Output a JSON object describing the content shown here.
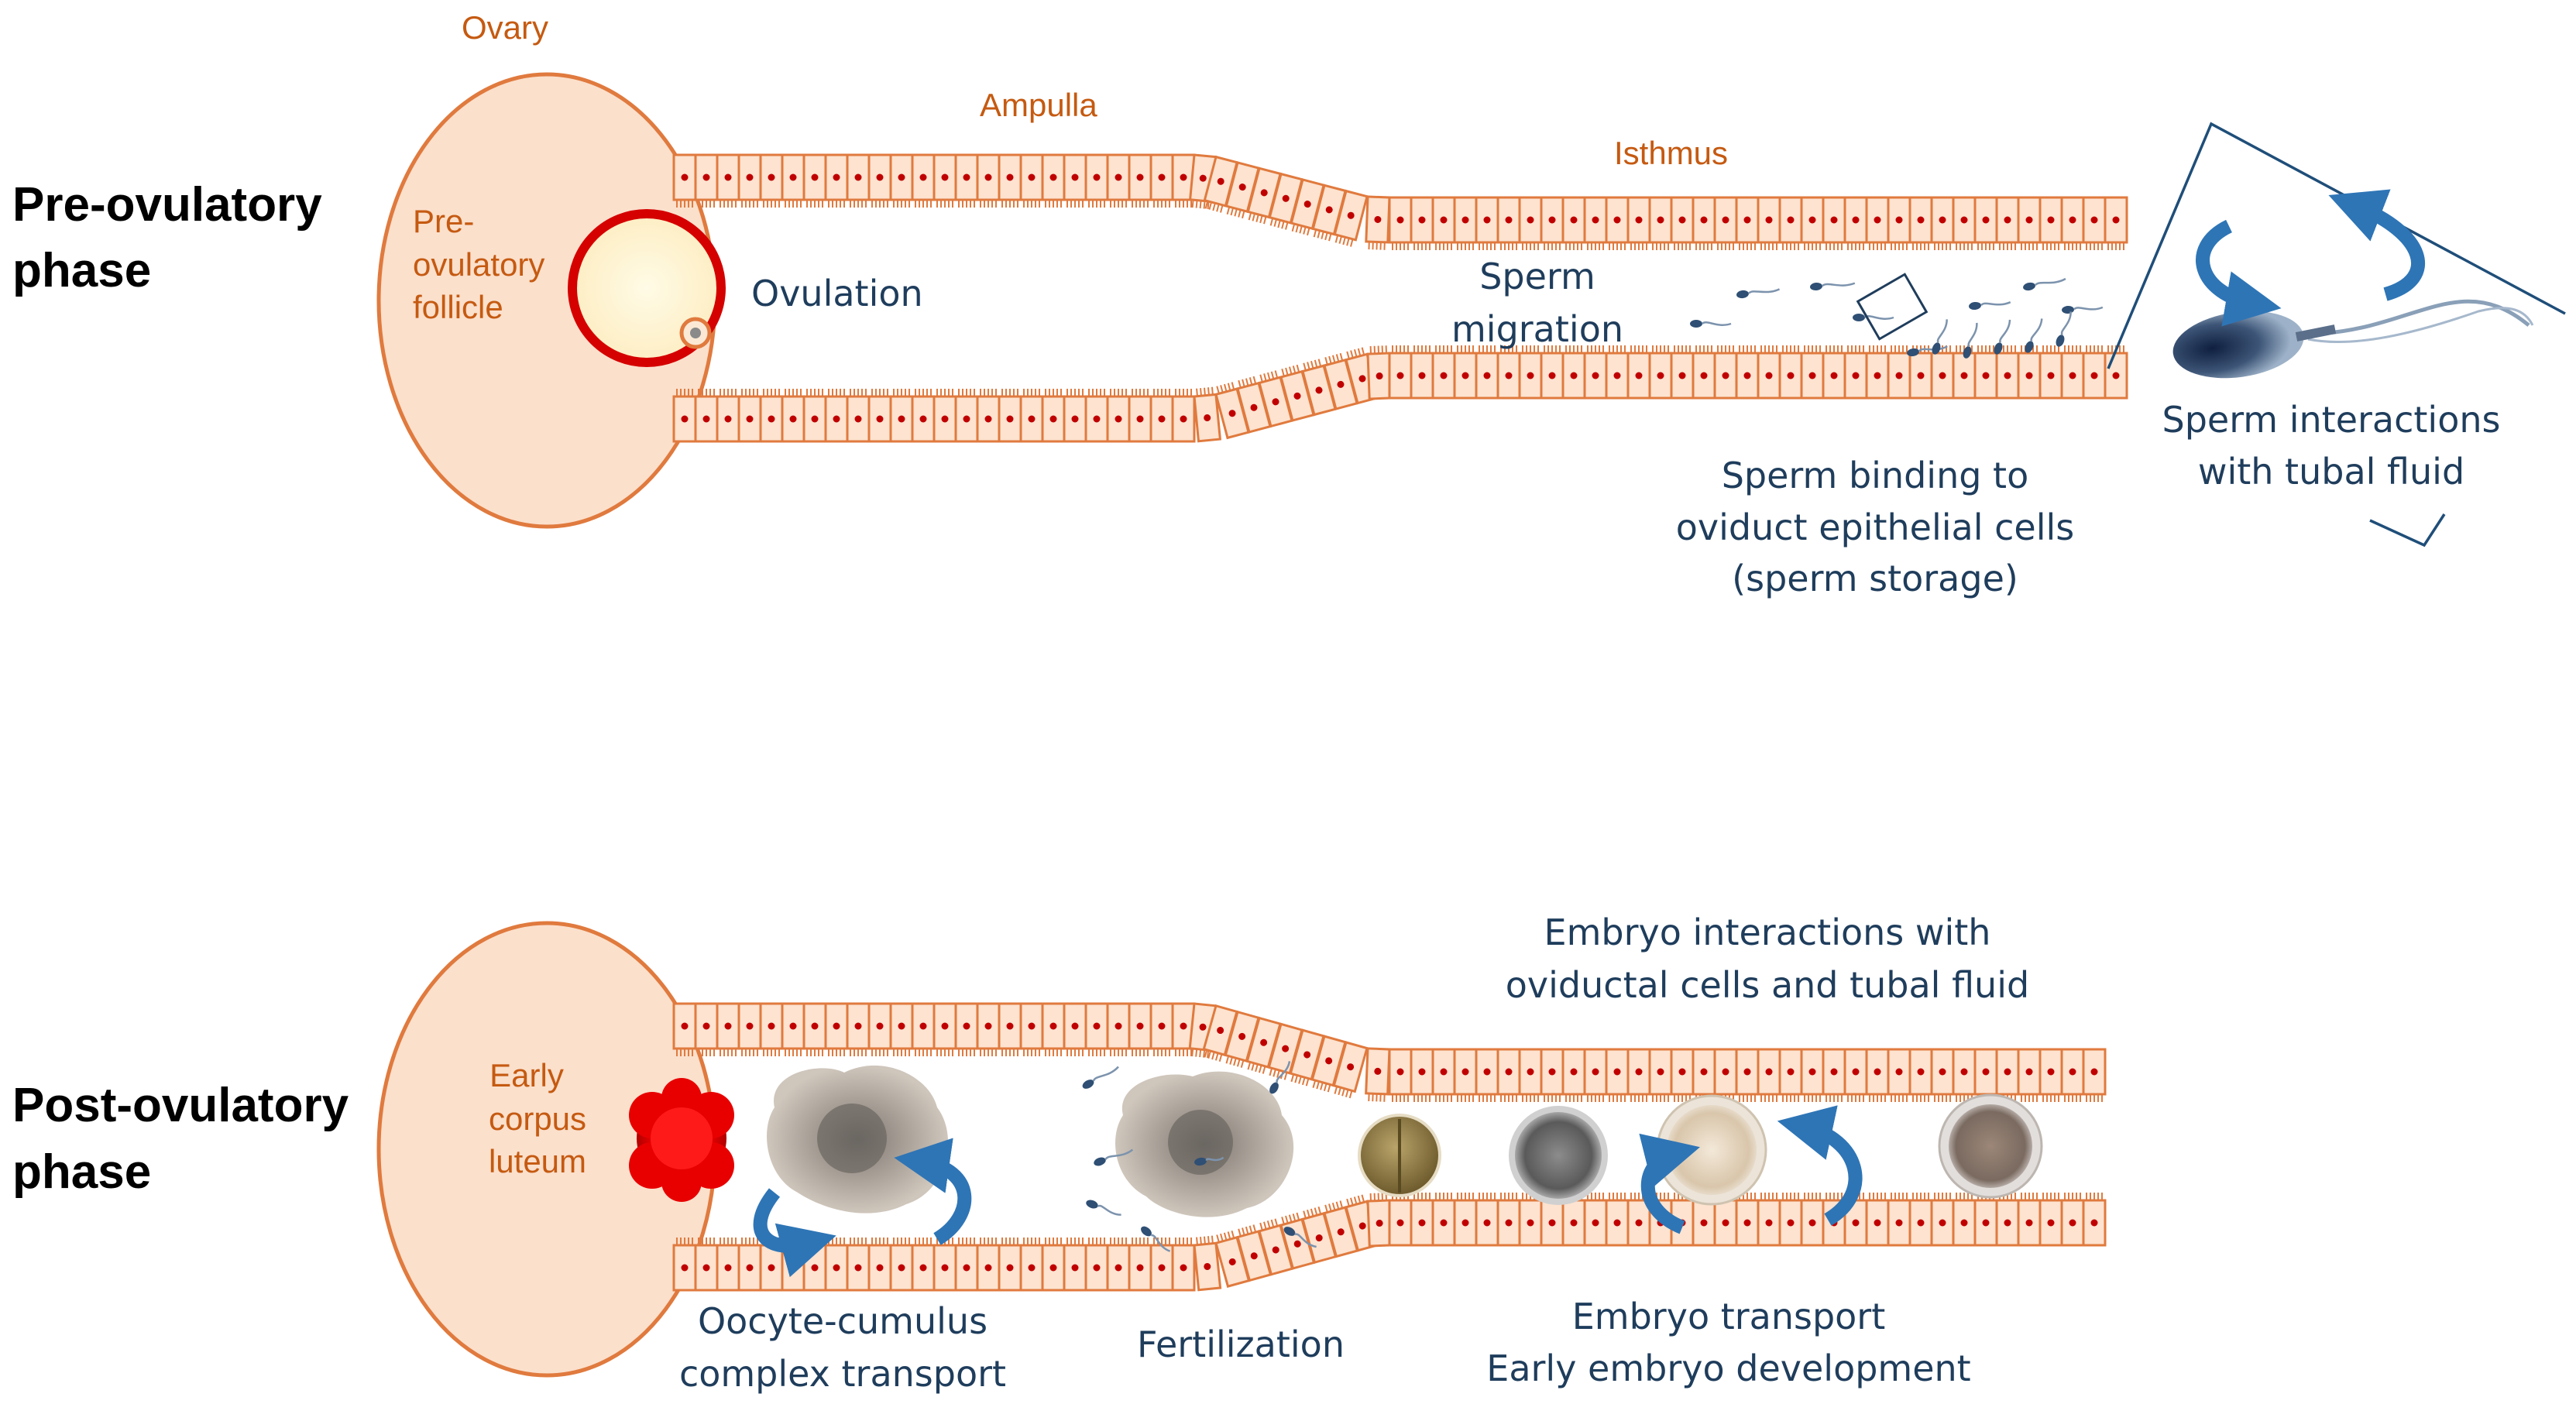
{
  "top_phase": {
    "title_line1": "Pre-ovulatory",
    "title_line2": "phase",
    "ovary": "Ovary",
    "ampulla": "Ampulla",
    "isthmus": "Isthmus",
    "follicle_line1": "Pre-",
    "follicle_line2": "ovulatory",
    "follicle_line3": "follicle",
    "ovulation": "Ovulation",
    "migration_line1": "Sperm",
    "migration_line2": "migration",
    "binding_line1": "Sperm binding to",
    "binding_line2": "oviduct epithelial cells",
    "binding_line3": "(sperm storage)",
    "fluid_line1": "Sperm interactions",
    "fluid_line2": "with tubal fluid"
  },
  "bottom_phase": {
    "title_line1": "Post-ovulatory",
    "title_line2": "phase",
    "corpus_line1": "Early",
    "corpus_line2": "corpus",
    "corpus_line3": "luteum",
    "embryo_int_line1": "Embryo interactions with",
    "embryo_int_line2": "oviductal cells and tubal fluid",
    "occ_line1": "Oocyte-cumulus",
    "occ_line2": "complex transport",
    "fertilization": "Fertilization",
    "transport_line1": "Embryo transport",
    "transport_line2": "Early embryo development"
  },
  "colors": {
    "label_orange": "#c55a11",
    "label_blue": "#1f3d5c",
    "cell_fill": "#fde3d0",
    "cell_stroke": "#e07a3e",
    "nucleus": "#c00000",
    "arrow": "#2e75b6"
  }
}
